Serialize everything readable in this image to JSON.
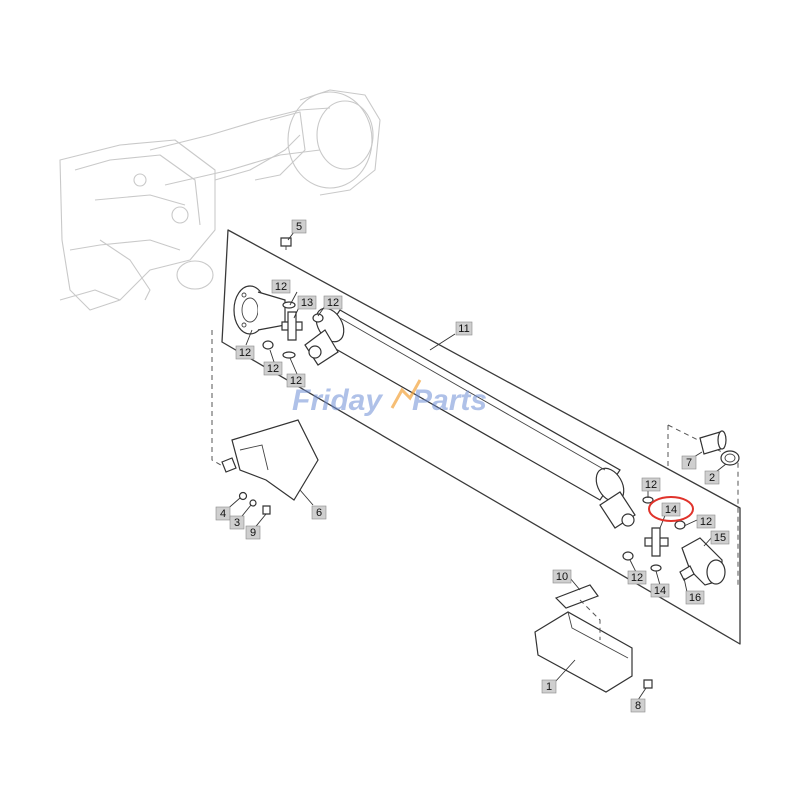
{
  "watermark": {
    "part1": "Friday",
    "part2": "Parts",
    "color": "#6f8fd6",
    "accent": "#f2a23a"
  },
  "callouts": [
    {
      "id": "c1",
      "text": "1"
    },
    {
      "id": "c2",
      "text": "2"
    },
    {
      "id": "c3",
      "text": "3"
    },
    {
      "id": "c4",
      "text": "4"
    },
    {
      "id": "c5",
      "text": "5"
    },
    {
      "id": "c6",
      "text": "6"
    },
    {
      "id": "c7",
      "text": "7"
    },
    {
      "id": "c8",
      "text": "8"
    },
    {
      "id": "c9",
      "text": "9"
    },
    {
      "id": "c10",
      "text": "10"
    },
    {
      "id": "c11",
      "text": "11"
    },
    {
      "id": "c12a",
      "text": "12"
    },
    {
      "id": "c12b",
      "text": "12"
    },
    {
      "id": "c12c",
      "text": "12"
    },
    {
      "id": "c12d",
      "text": "12"
    },
    {
      "id": "c12e",
      "text": "12"
    },
    {
      "id": "c12f",
      "text": "12"
    },
    {
      "id": "c12g",
      "text": "12"
    },
    {
      "id": "c12h",
      "text": "12"
    },
    {
      "id": "c13",
      "text": "13"
    },
    {
      "id": "c14a",
      "text": "14"
    },
    {
      "id": "c14b",
      "text": "14"
    },
    {
      "id": "c15",
      "text": "15"
    },
    {
      "id": "c16",
      "text": "16"
    }
  ],
  "highlight": {
    "callout": "14",
    "color": "#e0332b"
  }
}
